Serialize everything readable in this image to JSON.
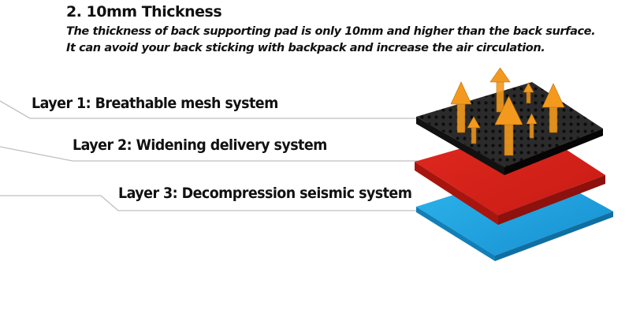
{
  "header": {
    "title": "2. 10mm Thickness",
    "description_line1": "The thickness of back supporting pad is only 10mm and  higher than the back surface.",
    "description_line2": "It can avoid your back sticking with backpack and increase the air circulation."
  },
  "layers": [
    {
      "label": "Layer 1: Breathable mesh system",
      "color": "#2b2b2b"
    },
    {
      "label": "Layer 2: Widening delivery system",
      "color": "#d8231b"
    },
    {
      "label": "Layer 3: Decompression seismic system",
      "color": "#1ea6e0"
    }
  ],
  "colors": {
    "arrow": "#f39a1e",
    "leader_line": "#bfbfbf"
  },
  "icons": [
    "air-flow-arrow-icon"
  ]
}
